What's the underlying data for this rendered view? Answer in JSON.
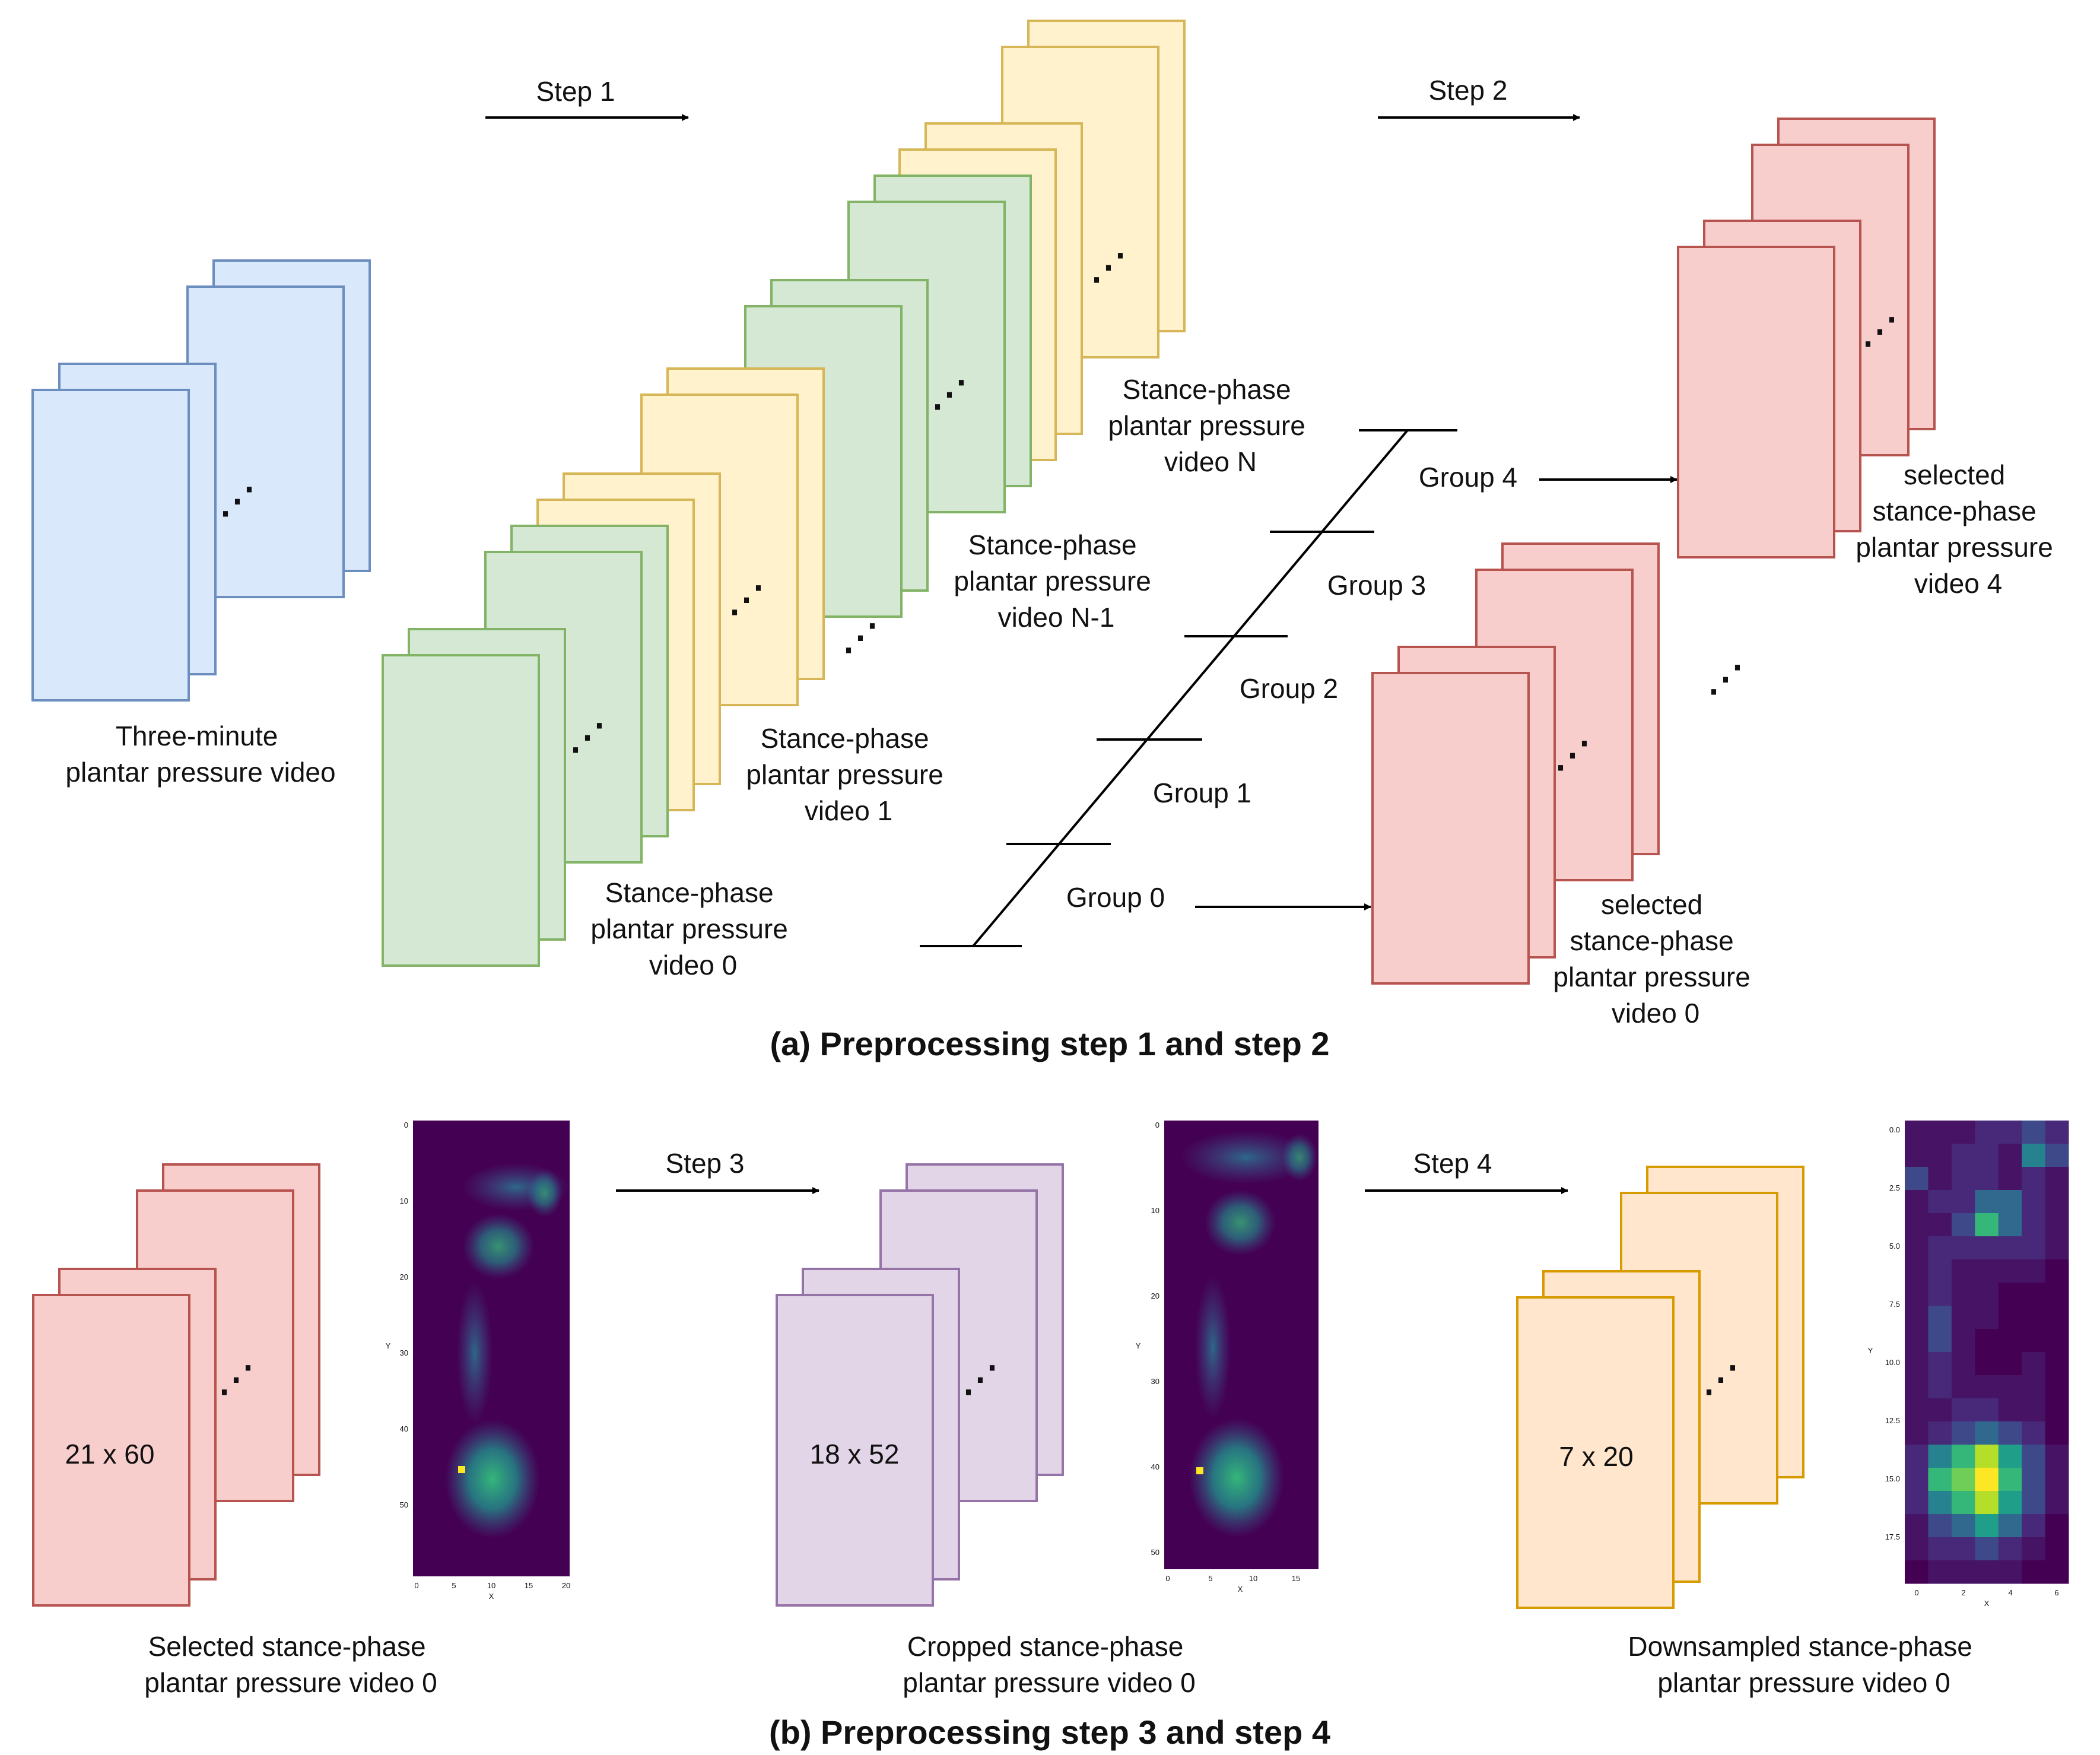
{
  "colors": {
    "blue": {
      "fill": "#dae8fc",
      "stroke": "#6c8ebf"
    },
    "green": {
      "fill": "#d5e8d4",
      "stroke": "#82b366"
    },
    "yellow": {
      "fill": "#fff2cc",
      "stroke": "#d6b656"
    },
    "red": {
      "fill": "#f8cecc",
      "stroke": "#b85450"
    },
    "purple": {
      "fill": "#e1d5e7",
      "stroke": "#9673a6"
    },
    "orange": {
      "fill": "#ffe6cc",
      "stroke": "#d79b00"
    },
    "heatmap_bg": "#440154"
  },
  "ellipsis": "⋰",
  "part_a": {
    "caption": "(a) Preprocessing step 1 and step 2",
    "step1": "Step 1",
    "step2": "Step 2",
    "three_minute": [
      "Three-minute",
      "plantar pressure video"
    ],
    "video0": [
      "Stance-phase",
      "plantar pressure",
      "video 0"
    ],
    "video1": [
      "Stance-phase",
      "plantar pressure",
      "video 1"
    ],
    "videoN1": [
      "Stance-phase",
      "plantar pressure",
      "video N-1"
    ],
    "videoN": [
      "Stance-phase",
      "plantar pressure",
      "video N"
    ],
    "groups": [
      "Group 0",
      "Group 1",
      "Group 2",
      "Group 3",
      "Group 4"
    ],
    "selected0": [
      "selected",
      "stance-phase",
      "plantar pressure",
      "video 0"
    ],
    "selected4": [
      "selected",
      "stance-phase",
      "plantar pressure",
      "video 4"
    ]
  },
  "part_b": {
    "caption": "(b) Preprocessing step 3 and step 4",
    "step3": "Step 3",
    "step4": "Step 4",
    "size1": "21 x 60",
    "size2": "18 x 52",
    "size3": "7 x 20",
    "selected_label": [
      "Selected stance-phase",
      "plantar pressure video 0"
    ],
    "cropped_label": [
      "Cropped stance-phase",
      "plantar pressure video 0"
    ],
    "downsampled_label": [
      "Downsampled stance-phase",
      "plantar pressure video 0"
    ],
    "heatmap1": {
      "xlabel": "X",
      "ylabel": "Y",
      "xticks": [
        "0",
        "5",
        "10",
        "15",
        "20"
      ],
      "yticks": [
        "0",
        "10",
        "20",
        "30",
        "40",
        "50"
      ]
    },
    "heatmap2": {
      "xlabel": "X",
      "ylabel": "Y",
      "xticks": [
        "0",
        "5",
        "10",
        "15"
      ],
      "yticks": [
        "0",
        "10",
        "20",
        "30",
        "40",
        "50"
      ]
    },
    "heatmap3": {
      "xlabel": "X",
      "ylabel": "Y",
      "xticks": [
        "0",
        "2",
        "4",
        "6"
      ],
      "yticks": [
        "0.0",
        "2.5",
        "5.0",
        "7.5",
        "10.0",
        "12.5",
        "15.0",
        "17.5"
      ]
    }
  }
}
